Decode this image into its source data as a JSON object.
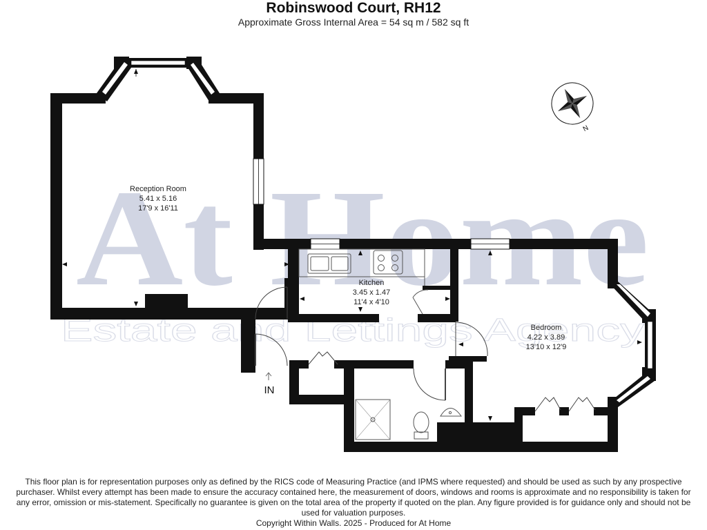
{
  "header": {
    "title": "Robinswood Court, RH12",
    "subtitle": "Approximate Gross Internal Area = 54 sq m / 582 sq ft"
  },
  "watermark": {
    "main": "At Home",
    "sub": "Estate and Lettings Agency"
  },
  "rooms": {
    "reception": {
      "name": "Reception Room",
      "metric": "5.41 x 5.16",
      "imperial": "17'9 x 16'11"
    },
    "kitchen": {
      "name": "Kitchen",
      "metric": "3.45 x 1.47",
      "imperial": "11'4 x 4'10"
    },
    "bedroom": {
      "name": "Bedroom",
      "metric": "4.22 x 3.89",
      "imperial": "13'10 x 12'9"
    }
  },
  "entrance_label": "IN",
  "compass_label": "N",
  "footer": {
    "disclaimer": "This floor plan is for representation purposes only as defined by the RICS code of Measuring Practice (and IPMS where requested) and should be used as such by any prospective purchaser. Whilst every attempt has been made to ensure the accuracy contained here, the measurement of doors, windows and rooms is approximate and no responsibility is taken for any error, omission or mis-statement. Specifically no guarantee is given on the total area of the property if quoted on the plan. Any figure provided is for guidance only and should not be used for valuation purposes.",
    "copyright": "Copyright Within Walls. 2025 - Produced for At Home"
  },
  "colors": {
    "wall": "#111111",
    "watermark": "#cdd1e0",
    "window": "#ffffff",
    "fixture": "#555555"
  }
}
